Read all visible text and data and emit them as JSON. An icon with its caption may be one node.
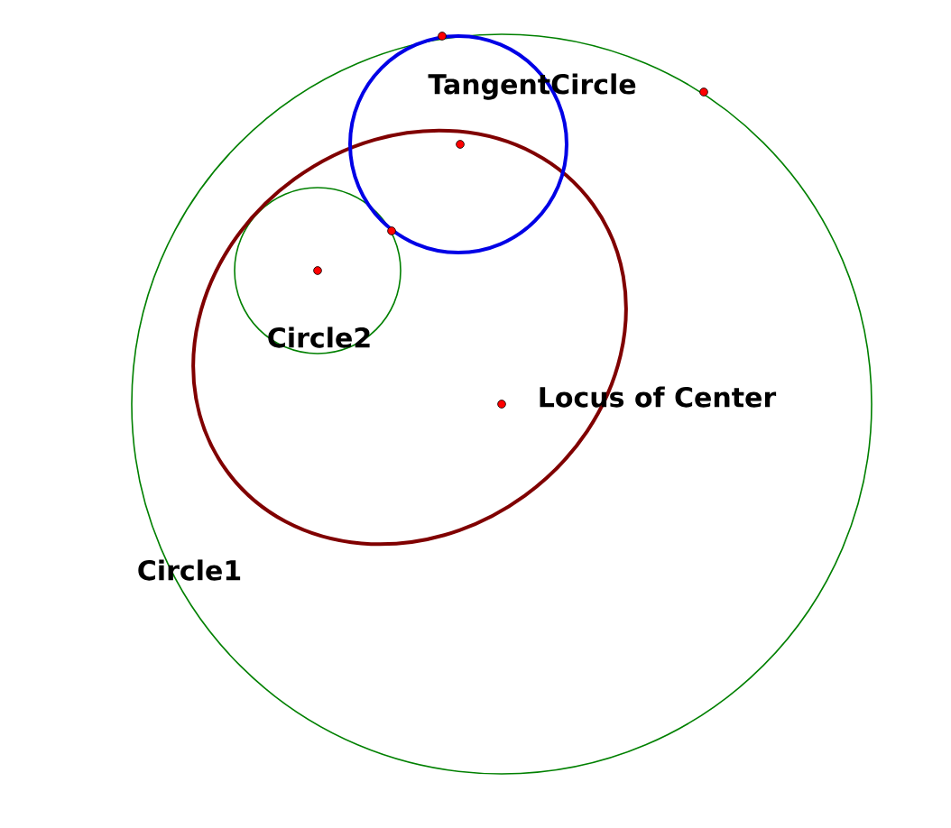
{
  "diagram": {
    "labels": [
      "TangentCircle",
      "Circle2",
      "Locus of Center",
      "Circle1"
    ]
  }
}
